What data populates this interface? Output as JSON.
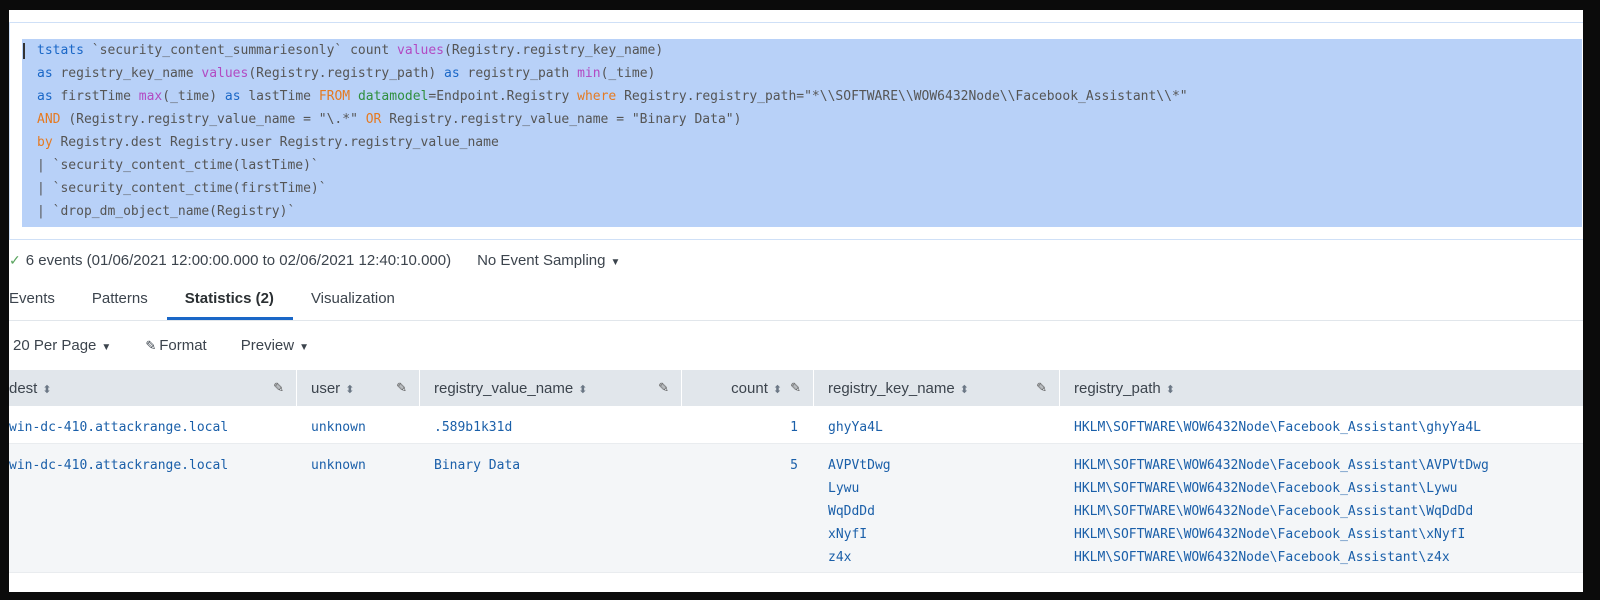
{
  "search": {
    "lines": [
      [
        {
          "t": "tstats ",
          "c": "kw"
        },
        {
          "t": "`security_content_summariesonly` count ",
          "c": "sm"
        },
        {
          "t": "values",
          "c": "fn"
        },
        {
          "t": "(Registry.registry_key_name)",
          "c": "sm"
        }
      ],
      [
        {
          "t": "as ",
          "c": "kw"
        },
        {
          "t": "registry_key_name ",
          "c": "sm"
        },
        {
          "t": "values",
          "c": "fn"
        },
        {
          "t": "(Registry.registry_path) ",
          "c": "sm"
        },
        {
          "t": "as ",
          "c": "kw"
        },
        {
          "t": "registry_path ",
          "c": "sm"
        },
        {
          "t": "min",
          "c": "fn"
        },
        {
          "t": "(_time)",
          "c": "sm"
        }
      ],
      [
        {
          "t": "as ",
          "c": "kw"
        },
        {
          "t": "firstTime ",
          "c": "sm"
        },
        {
          "t": "max",
          "c": "fn"
        },
        {
          "t": "(_time) ",
          "c": "sm"
        },
        {
          "t": "as ",
          "c": "kw"
        },
        {
          "t": "lastTime ",
          "c": "sm"
        },
        {
          "t": "FROM ",
          "c": "op"
        },
        {
          "t": "datamodel",
          "c": "dm"
        },
        {
          "t": "=Endpoint.Registry ",
          "c": "sm"
        },
        {
          "t": "where ",
          "c": "op"
        },
        {
          "t": "Registry.registry_path=\"*\\\\SOFTWARE\\\\WOW6432Node\\\\Facebook_Assistant\\\\*\"",
          "c": "sm"
        }
      ],
      [
        {
          "t": "AND ",
          "c": "op"
        },
        {
          "t": "(Registry.registry_value_name = \"\\.*\" ",
          "c": "sm"
        },
        {
          "t": "OR ",
          "c": "op"
        },
        {
          "t": "Registry.registry_value_name = \"Binary Data\")",
          "c": "sm"
        }
      ],
      [
        {
          "t": "by ",
          "c": "op"
        },
        {
          "t": "Registry.dest Registry.user Registry.registry_value_name",
          "c": "sm"
        }
      ],
      [
        {
          "t": "| `security_content_ctime(lastTime)`",
          "c": "sm"
        }
      ],
      [
        {
          "t": "| `security_content_ctime(firstTime)`",
          "c": "sm"
        }
      ],
      [
        {
          "t": "| `drop_dm_object_name(Registry)`",
          "c": "sm"
        }
      ]
    ]
  },
  "status": {
    "events_text": "6 events (01/06/2021 12:00:00.000 to 02/06/2021 12:40:10.000)",
    "sampling_label": "No Event Sampling"
  },
  "tabs": [
    {
      "label": "Events"
    },
    {
      "label": "Patterns"
    },
    {
      "label": "Statistics (2)"
    },
    {
      "label": "Visualization"
    }
  ],
  "toolbar": {
    "per_page": "20 Per Page",
    "format": "Format",
    "preview": "Preview"
  },
  "table": {
    "headers": [
      "dest",
      "user",
      "registry_value_name",
      "count",
      "registry_key_name",
      "registry_path"
    ],
    "rows": [
      {
        "dest": "win-dc-410.attackrange.local",
        "user": "unknown",
        "registry_value_name": ".589b1k31d",
        "count": "1",
        "registry_key_name": [
          "ghyYa4L"
        ],
        "registry_path": [
          "HKLM\\SOFTWARE\\WOW6432Node\\Facebook_Assistant\\ghyYa4L"
        ]
      },
      {
        "dest": "win-dc-410.attackrange.local",
        "user": "unknown",
        "registry_value_name": "Binary Data",
        "count": "5",
        "registry_key_name": [
          "AVPVtDwg",
          "Lywu",
          "WqDdDd",
          "xNyfI",
          "z4x"
        ],
        "registry_path": [
          "HKLM\\SOFTWARE\\WOW6432Node\\Facebook_Assistant\\AVPVtDwg",
          "HKLM\\SOFTWARE\\WOW6432Node\\Facebook_Assistant\\Lywu",
          "HKLM\\SOFTWARE\\WOW6432Node\\Facebook_Assistant\\WqDdDd",
          "HKLM\\SOFTWARE\\WOW6432Node\\Facebook_Assistant\\xNyfI",
          "HKLM\\SOFTWARE\\WOW6432Node\\Facebook_Assistant\\z4x"
        ]
      }
    ]
  },
  "colors": {
    "accent": "#1a67c7",
    "selection": "#b8d1f8",
    "header_bg": "#e1e6eb",
    "link": "#1a5fa9"
  }
}
